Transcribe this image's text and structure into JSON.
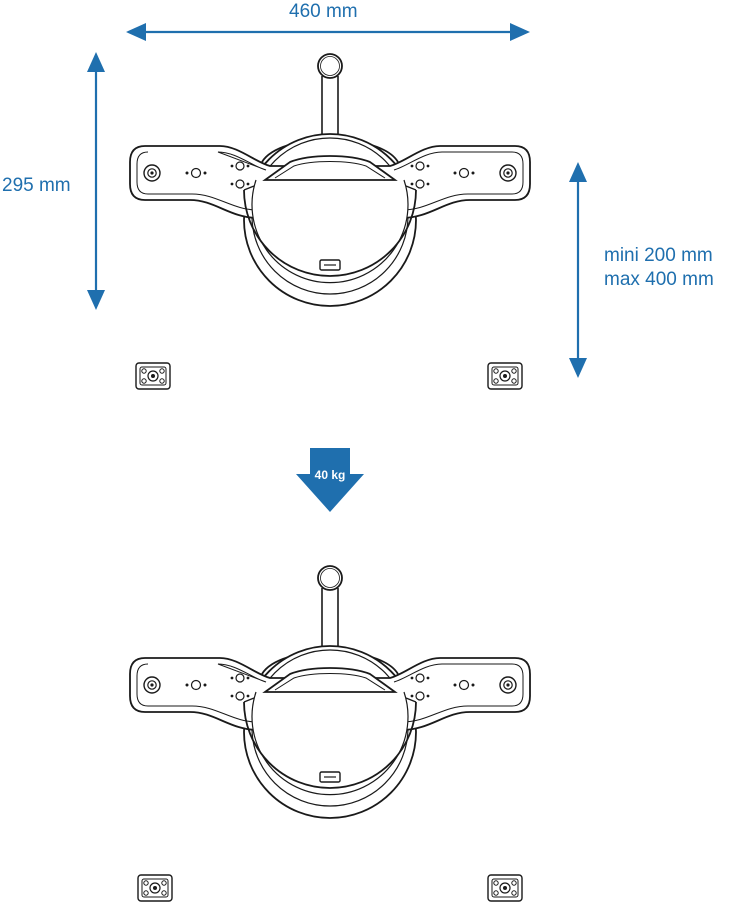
{
  "dimensions": {
    "width": "460 mm",
    "height": "295 mm",
    "range_min": "mini 200 mm",
    "range_max": "max 400 mm"
  },
  "load": {
    "weight": "40 kg"
  },
  "colors": {
    "accent": "#1f6fae",
    "line": "#1a1a1a",
    "background": "#ffffff"
  },
  "figures": [
    {
      "name": "mount-top"
    },
    {
      "name": "mount-bottom"
    }
  ]
}
